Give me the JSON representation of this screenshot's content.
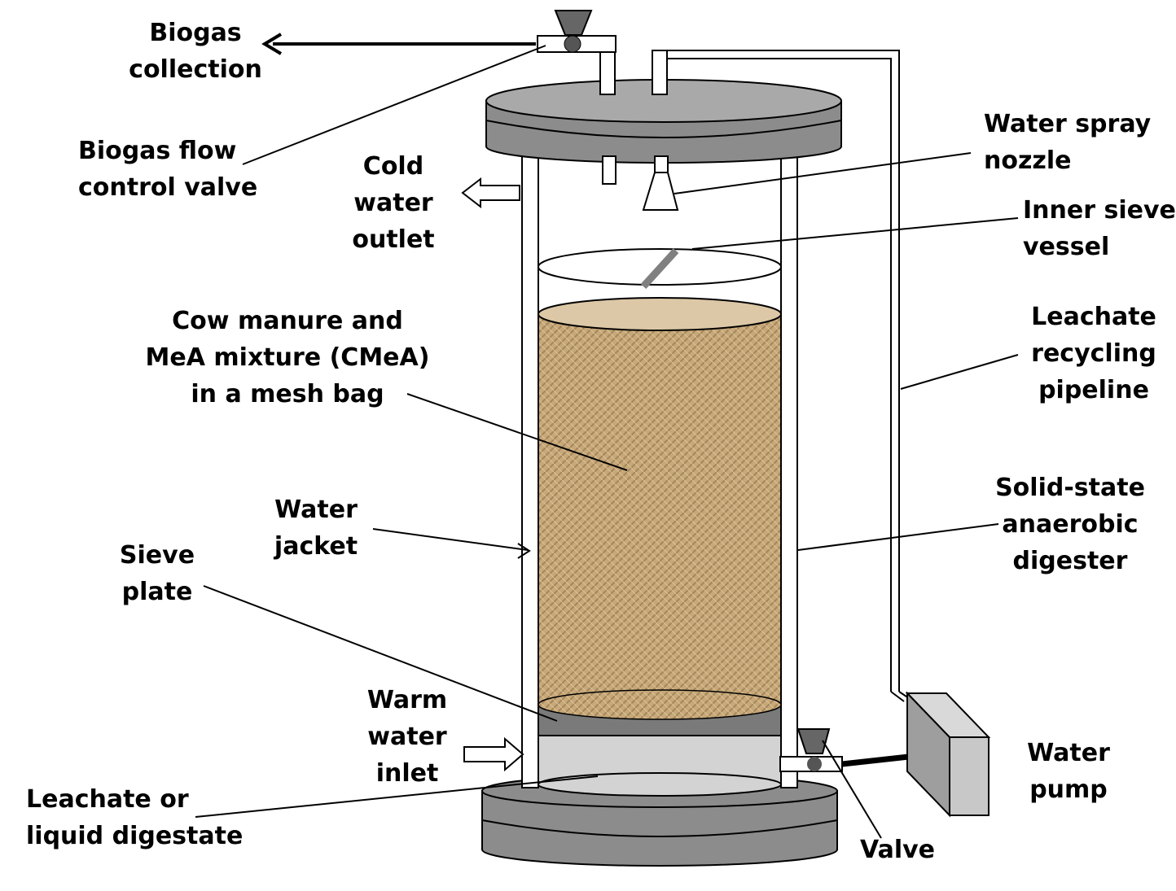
{
  "colors": {
    "plate": "#8c8c8c",
    "light_gray": "#d3d3d3",
    "sieve_plate": "#7a7a7a",
    "mesh_bag": "#c7a878",
    "mesh_dark": "#a5865a",
    "pump": "#c8c8c8",
    "ink": "#000000"
  },
  "labels": {
    "biogas_collection": [
      "Biogas",
      "collection"
    ],
    "biogas_flow_control_valve": [
      "Biogas flow",
      "control valve"
    ],
    "cold_water_outlet": [
      "Cold",
      "water",
      "outlet"
    ],
    "water_spray_nozzle": [
      "Water spray",
      "nozzle"
    ],
    "inner_sieve_vessel": [
      "Inner sieve",
      "vessel"
    ],
    "cow_manure_mixture": [
      "Cow manure and",
      "MeA mixture (CMeA)",
      "in a mesh bag"
    ],
    "leachate_recycling_pipeline": [
      "Leachate",
      "recycling",
      "pipeline"
    ],
    "water_jacket": [
      "Water",
      "jacket"
    ],
    "solid_state_digester": [
      "Solid-state",
      "anaerobic",
      "digester"
    ],
    "sieve_plate": [
      "Sieve",
      "plate"
    ],
    "warm_water_inlet": [
      "Warm",
      "water",
      "inlet"
    ],
    "leachate_liquid_digestate": [
      "Leachate or",
      "liquid digestate"
    ],
    "water_pump": [
      "Water",
      "pump"
    ],
    "valve": [
      "Valve"
    ]
  }
}
